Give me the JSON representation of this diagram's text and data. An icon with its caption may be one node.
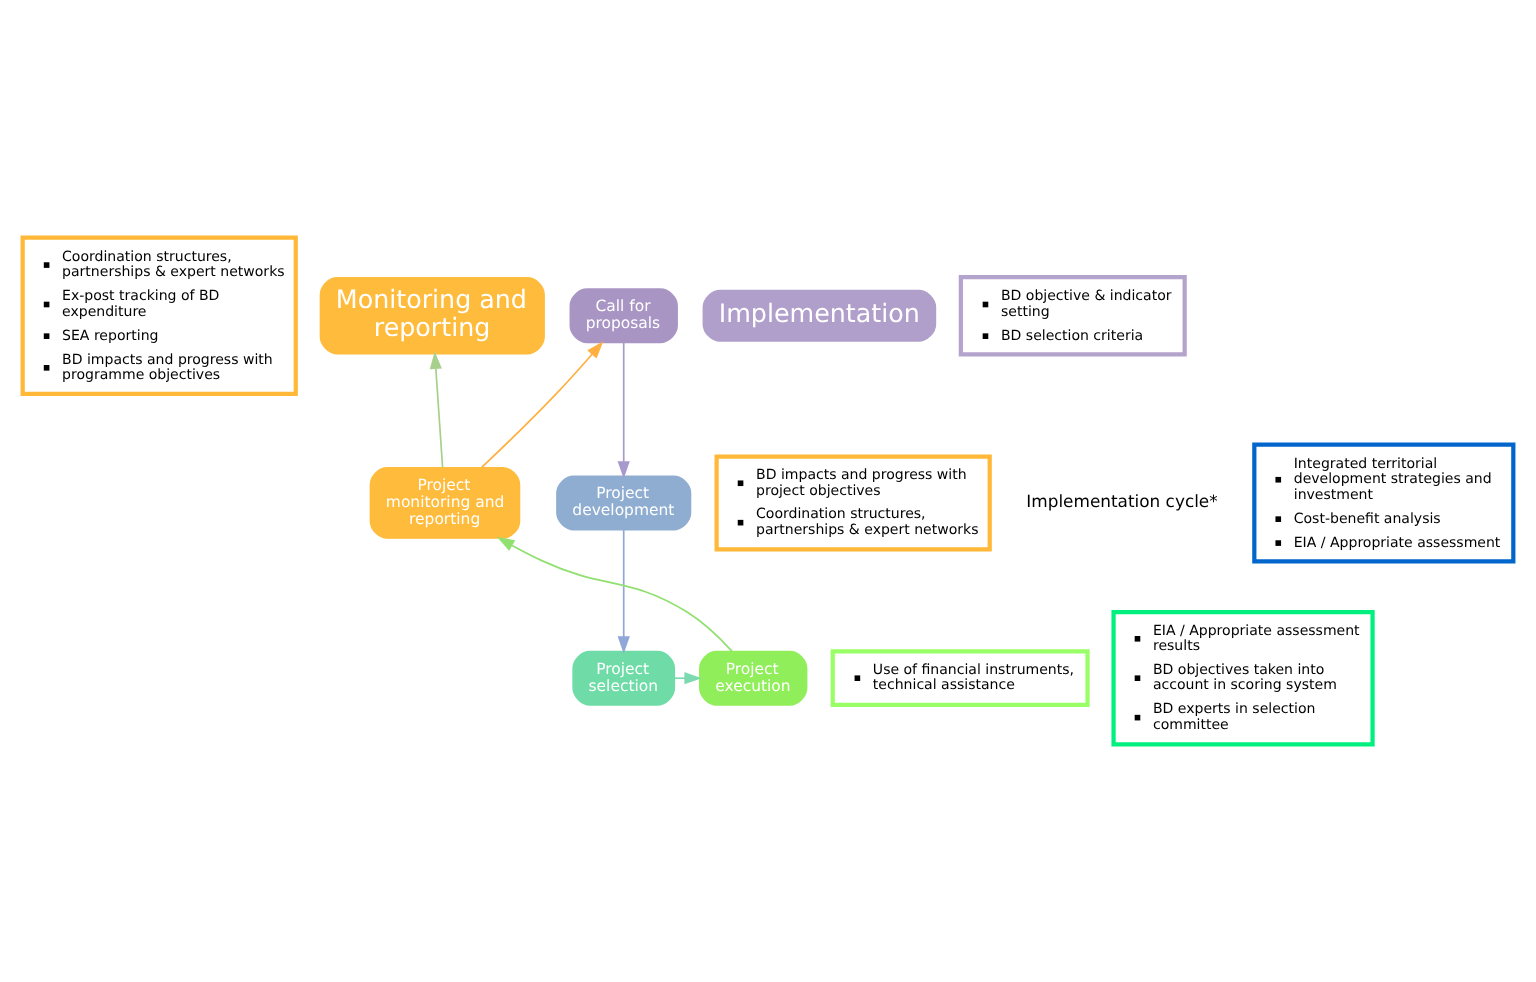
{
  "diagram": {
    "nodes": [
      {
        "text": [
          "Monitoring and reporting"
        ]
      },
      {
        "text": [
          "Coordination structures, partnerships & expert networks",
          "Ex-post tracking of BD expenditure",
          "SEA reporting",
          "BD impacts and progress with programme objectives"
        ]
      },
      {
        "text": [
          "Implementation"
        ]
      },
      {
        "text": [
          "Call for proposals"
        ]
      },
      {
        "text": [
          "BD objective & indicator setting",
          "BD selection criteria"
        ]
      },
      {
        "text": [
          "Project development"
        ]
      },
      {
        "text": [
          "Integrated territorial development strategies and investment",
          "Cost-benefit analysis",
          "EIA / Appropriate assessment"
        ]
      },
      {
        "text": [
          "Project selection"
        ]
      },
      {
        "text": [
          "EIA / Appropriate assessment results",
          "BD objectives taken into account in scoring system",
          "BD experts in selection committee"
        ]
      },
      {
        "text": [
          "Project execution"
        ]
      },
      {
        "text": [
          "Use of financial instruments, technical assistance"
        ]
      },
      {
        "text": [
          "Project monitoring and reporting"
        ]
      },
      {
        "text": [
          "BD impacts and progress with project objectives",
          "Coordination structures, partnerships & expert networks"
        ]
      }
    ],
    "edges": [
      {
        "from": 3,
        "to": 5,
        "arrow": "to",
        "color": "#a899cc"
      },
      {
        "from": 5,
        "to": 7,
        "arrow": "to",
        "color": "#8fa8d8"
      },
      {
        "from": 7,
        "to": 9,
        "arrow": "to",
        "color": "#7ddab0"
      },
      {
        "from": 9,
        "to": 11,
        "arrow": "to",
        "color": "#90e070"
      },
      {
        "from": 11,
        "to": 0,
        "arrow": "to",
        "color": "#a8d08d"
      },
      {
        "from": 11,
        "to": 3,
        "arrow": "to",
        "color": "#ffb040"
      }
    ],
    "labels": [
      "Implementation cycle*"
    ]
  }
}
